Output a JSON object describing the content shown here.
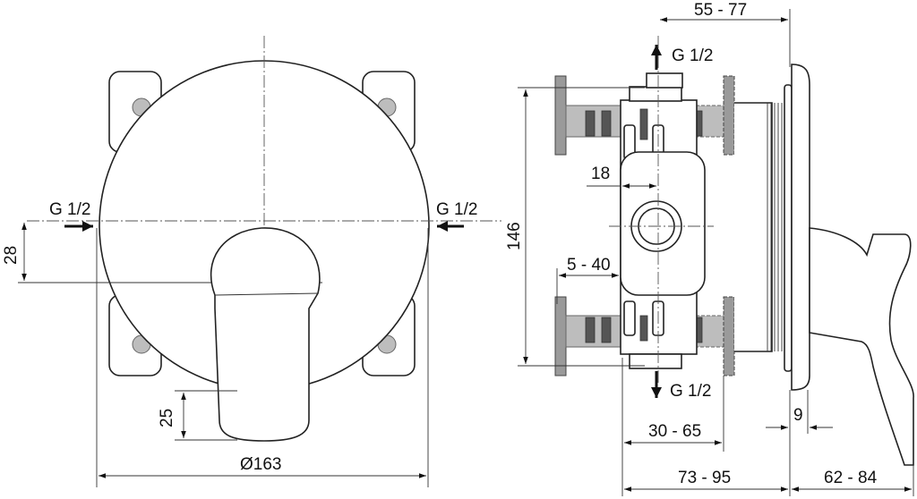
{
  "labels": {
    "inlet_left": "G 1/2",
    "inlet_right": "G 1/2",
    "outlet_top": "G 1/2",
    "outlet_bottom": "G 1/2",
    "diameter": "Ø163",
    "offset_28": "28",
    "offset_25": "25",
    "height_146": "146",
    "dim_18": "18",
    "dim_5_40": "5 - 40",
    "dim_55_77": "55 - 77",
    "dim_30_65": "30 - 65",
    "dim_73_95": "73 - 95",
    "dim_62_84": "62 - 84",
    "dim_9": "9"
  }
}
